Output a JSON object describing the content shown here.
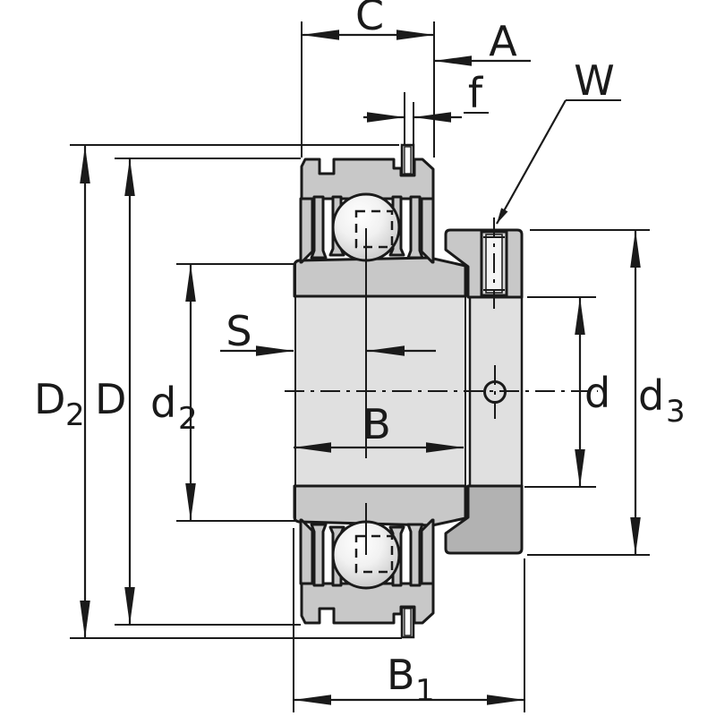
{
  "drawing": {
    "labels": {
      "C": {
        "base": "C"
      },
      "A": {
        "base": "A"
      },
      "f": {
        "base": "f"
      },
      "W": {
        "base": "W"
      },
      "S": {
        "base": "S"
      },
      "B": {
        "base": "B"
      },
      "B1": {
        "base": "B",
        "sub": "1"
      },
      "D2": {
        "base": "D",
        "sub": "2"
      },
      "D": {
        "base": "D"
      },
      "d2": {
        "base": "d",
        "sub": "2"
      },
      "d": {
        "base": "d"
      },
      "d3": {
        "base": "d",
        "sub": "3"
      }
    },
    "colors": {
      "outline": "#1a1a1a",
      "part_mid": "#c8c8c8",
      "part_light": "#e0e0e0",
      "part_dark": "#b2b2b2",
      "screw_light": "#f4f4f4",
      "background": "#ffffff"
    }
  }
}
